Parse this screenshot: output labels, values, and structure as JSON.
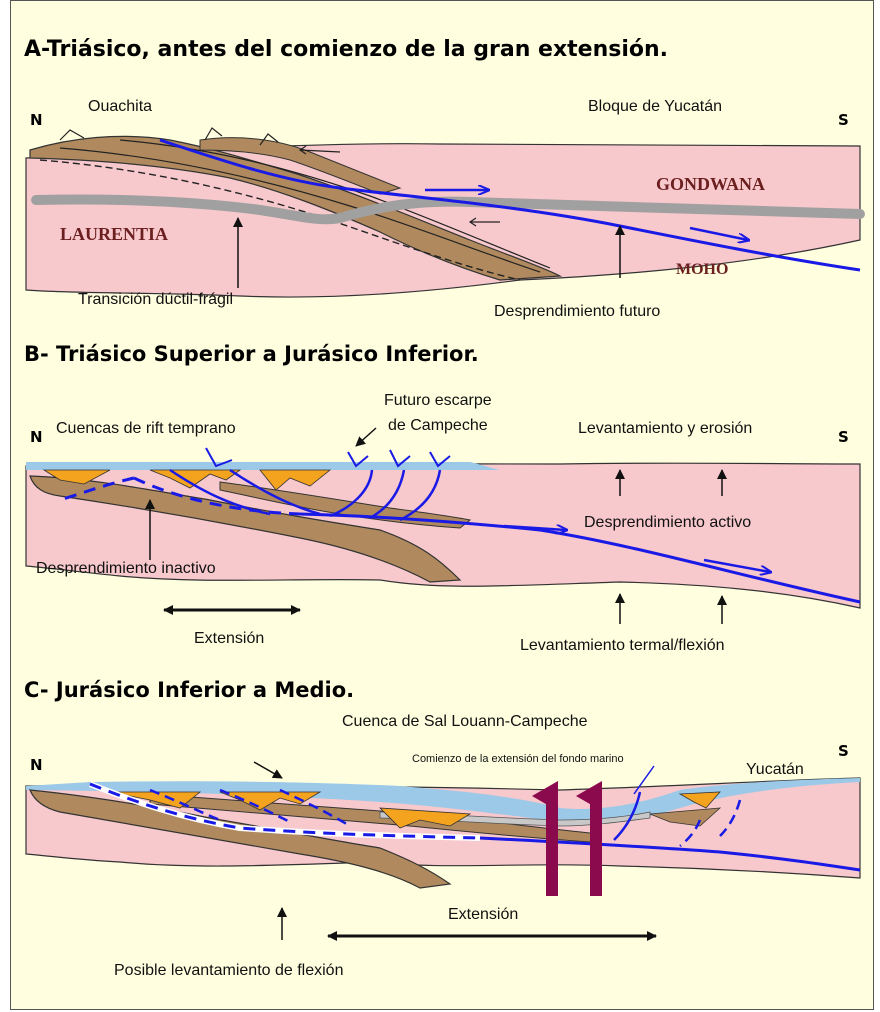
{
  "panel_a": {
    "title": "A-Triásico, antes del comienzo de la gran extensión.",
    "north": "N",
    "south": "S",
    "ouachita": "Ouachita",
    "bloque": "Bloque de Yucatán",
    "gondwana": "GONDWANA",
    "laurentia": "LAURENTIA",
    "moho": "MOHO",
    "transicion": "Transición dúctil-frágil",
    "desprendimiento": "Desprendimiento futuro"
  },
  "panel_b": {
    "title": "B- Triásico Superior a Jurásico Inferior.",
    "north": "N",
    "south": "S",
    "cuencas": "Cuencas de rift temprano",
    "futuro_1": "Futuro escarpe",
    "futuro_2": "de Campeche",
    "levantamiento": "Levantamiento y erosión",
    "desp_activo": "Desprendimiento activo",
    "desp_inactivo": "Desprendimiento inactivo",
    "extension": "Extensión",
    "termal": "Levantamiento termal/flexión"
  },
  "panel_c": {
    "title": "C- Jurásico Inferior a Medio.",
    "north": "N",
    "south": "S",
    "cuenca_sal": "Cuenca de Sal Louann-Campeche",
    "comienzo": "Comienzo de la extensión del fondo marino",
    "yucatan": "Yucatán",
    "extension": "Extensión",
    "posible": "Posible levantamiento de flexión"
  },
  "colors": {
    "background": "#ffffe0",
    "crust_pink": "#f7c8cc",
    "sediment_brown": "#b08a5e",
    "rift_orange": "#f4a31e",
    "sea_blue": "#9cc9e8",
    "fault_blue": "#1a1ae6",
    "transition_gray": "#a0a0a0",
    "spreading_purple": "#8b0a4e"
  }
}
